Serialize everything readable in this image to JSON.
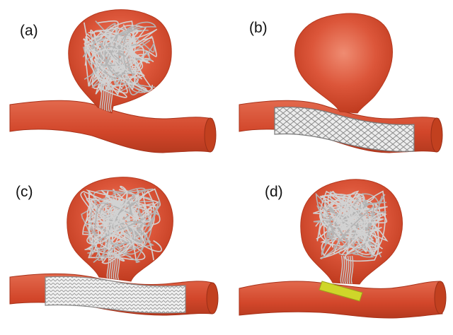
{
  "panels": [
    {
      "label": "(a)",
      "sac": "coil-filled",
      "device": "coil-mass"
    },
    {
      "label": "(b)",
      "sac": "empty",
      "device": "flow-diverter-stent"
    },
    {
      "label": "(c)",
      "sac": "coil-filled",
      "device": "stent-assisted-coiling"
    },
    {
      "label": "(d)",
      "sac": "coil-filled",
      "device": "neck-bridging-device"
    }
  ],
  "colors": {
    "vessel": "#d64a2a",
    "vessel_dark": "#a8321a",
    "coil": "#c9c9c9",
    "stent_fill": "#ededed",
    "neck_device": "#cfd62a"
  }
}
